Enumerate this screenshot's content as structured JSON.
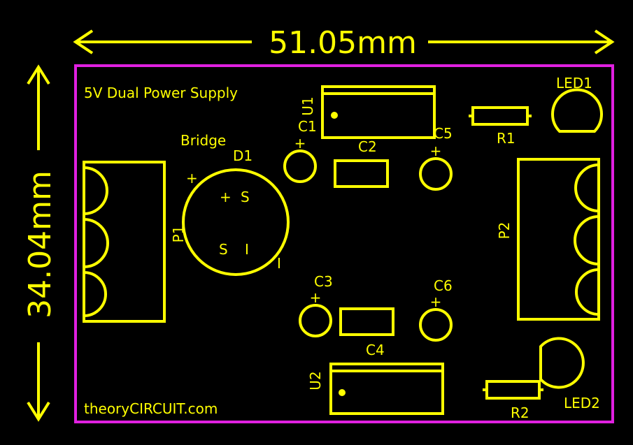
{
  "dimensions": {
    "width_label": "51.05mm",
    "height_label": "34.04mm"
  },
  "board": {
    "title": "5V Dual Power Supply",
    "website": "theoryCIRCUIT.com",
    "outline_color": "#e020e0",
    "silkscreen_color": "#ffff00",
    "background_color": "#000000"
  },
  "components": {
    "u1": "U1",
    "u2": "U2",
    "c1": "C1",
    "c2": "C2",
    "c3": "C3",
    "c4": "C4",
    "c5": "C5",
    "c6": "C6",
    "r1": "R1",
    "r2": "R2",
    "led1": "LED1",
    "led2": "LED2",
    "d1": "D1",
    "bridge": "Bridge",
    "p1": "P1",
    "p2": "P2"
  },
  "bridge_marks": {
    "plus": "+",
    "ac_top": "S",
    "ac_bottom": "S",
    "minus_inner": "I",
    "minus_outer": "I",
    "plus_outer": "+"
  },
  "polarity_marks": {
    "c1": "+",
    "c3": "+",
    "c5": "+",
    "c6": "+"
  }
}
